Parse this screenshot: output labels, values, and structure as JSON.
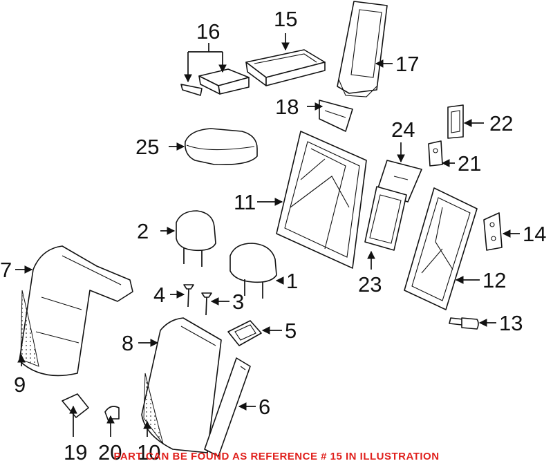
{
  "callouts": [
    "1",
    "2",
    "3",
    "4",
    "5",
    "6",
    "7",
    "8",
    "9",
    "10",
    "11",
    "12",
    "13",
    "14",
    "15",
    "16",
    "17",
    "18",
    "19",
    "20",
    "21",
    "22",
    "23",
    "24",
    "25"
  ],
  "note": "PART CAN BE FOUND AS REFERENCE # 15 IN ILLUSTRATION",
  "colors": {
    "note": "#e0201c",
    "line": "#111111",
    "background": "#ffffff"
  }
}
